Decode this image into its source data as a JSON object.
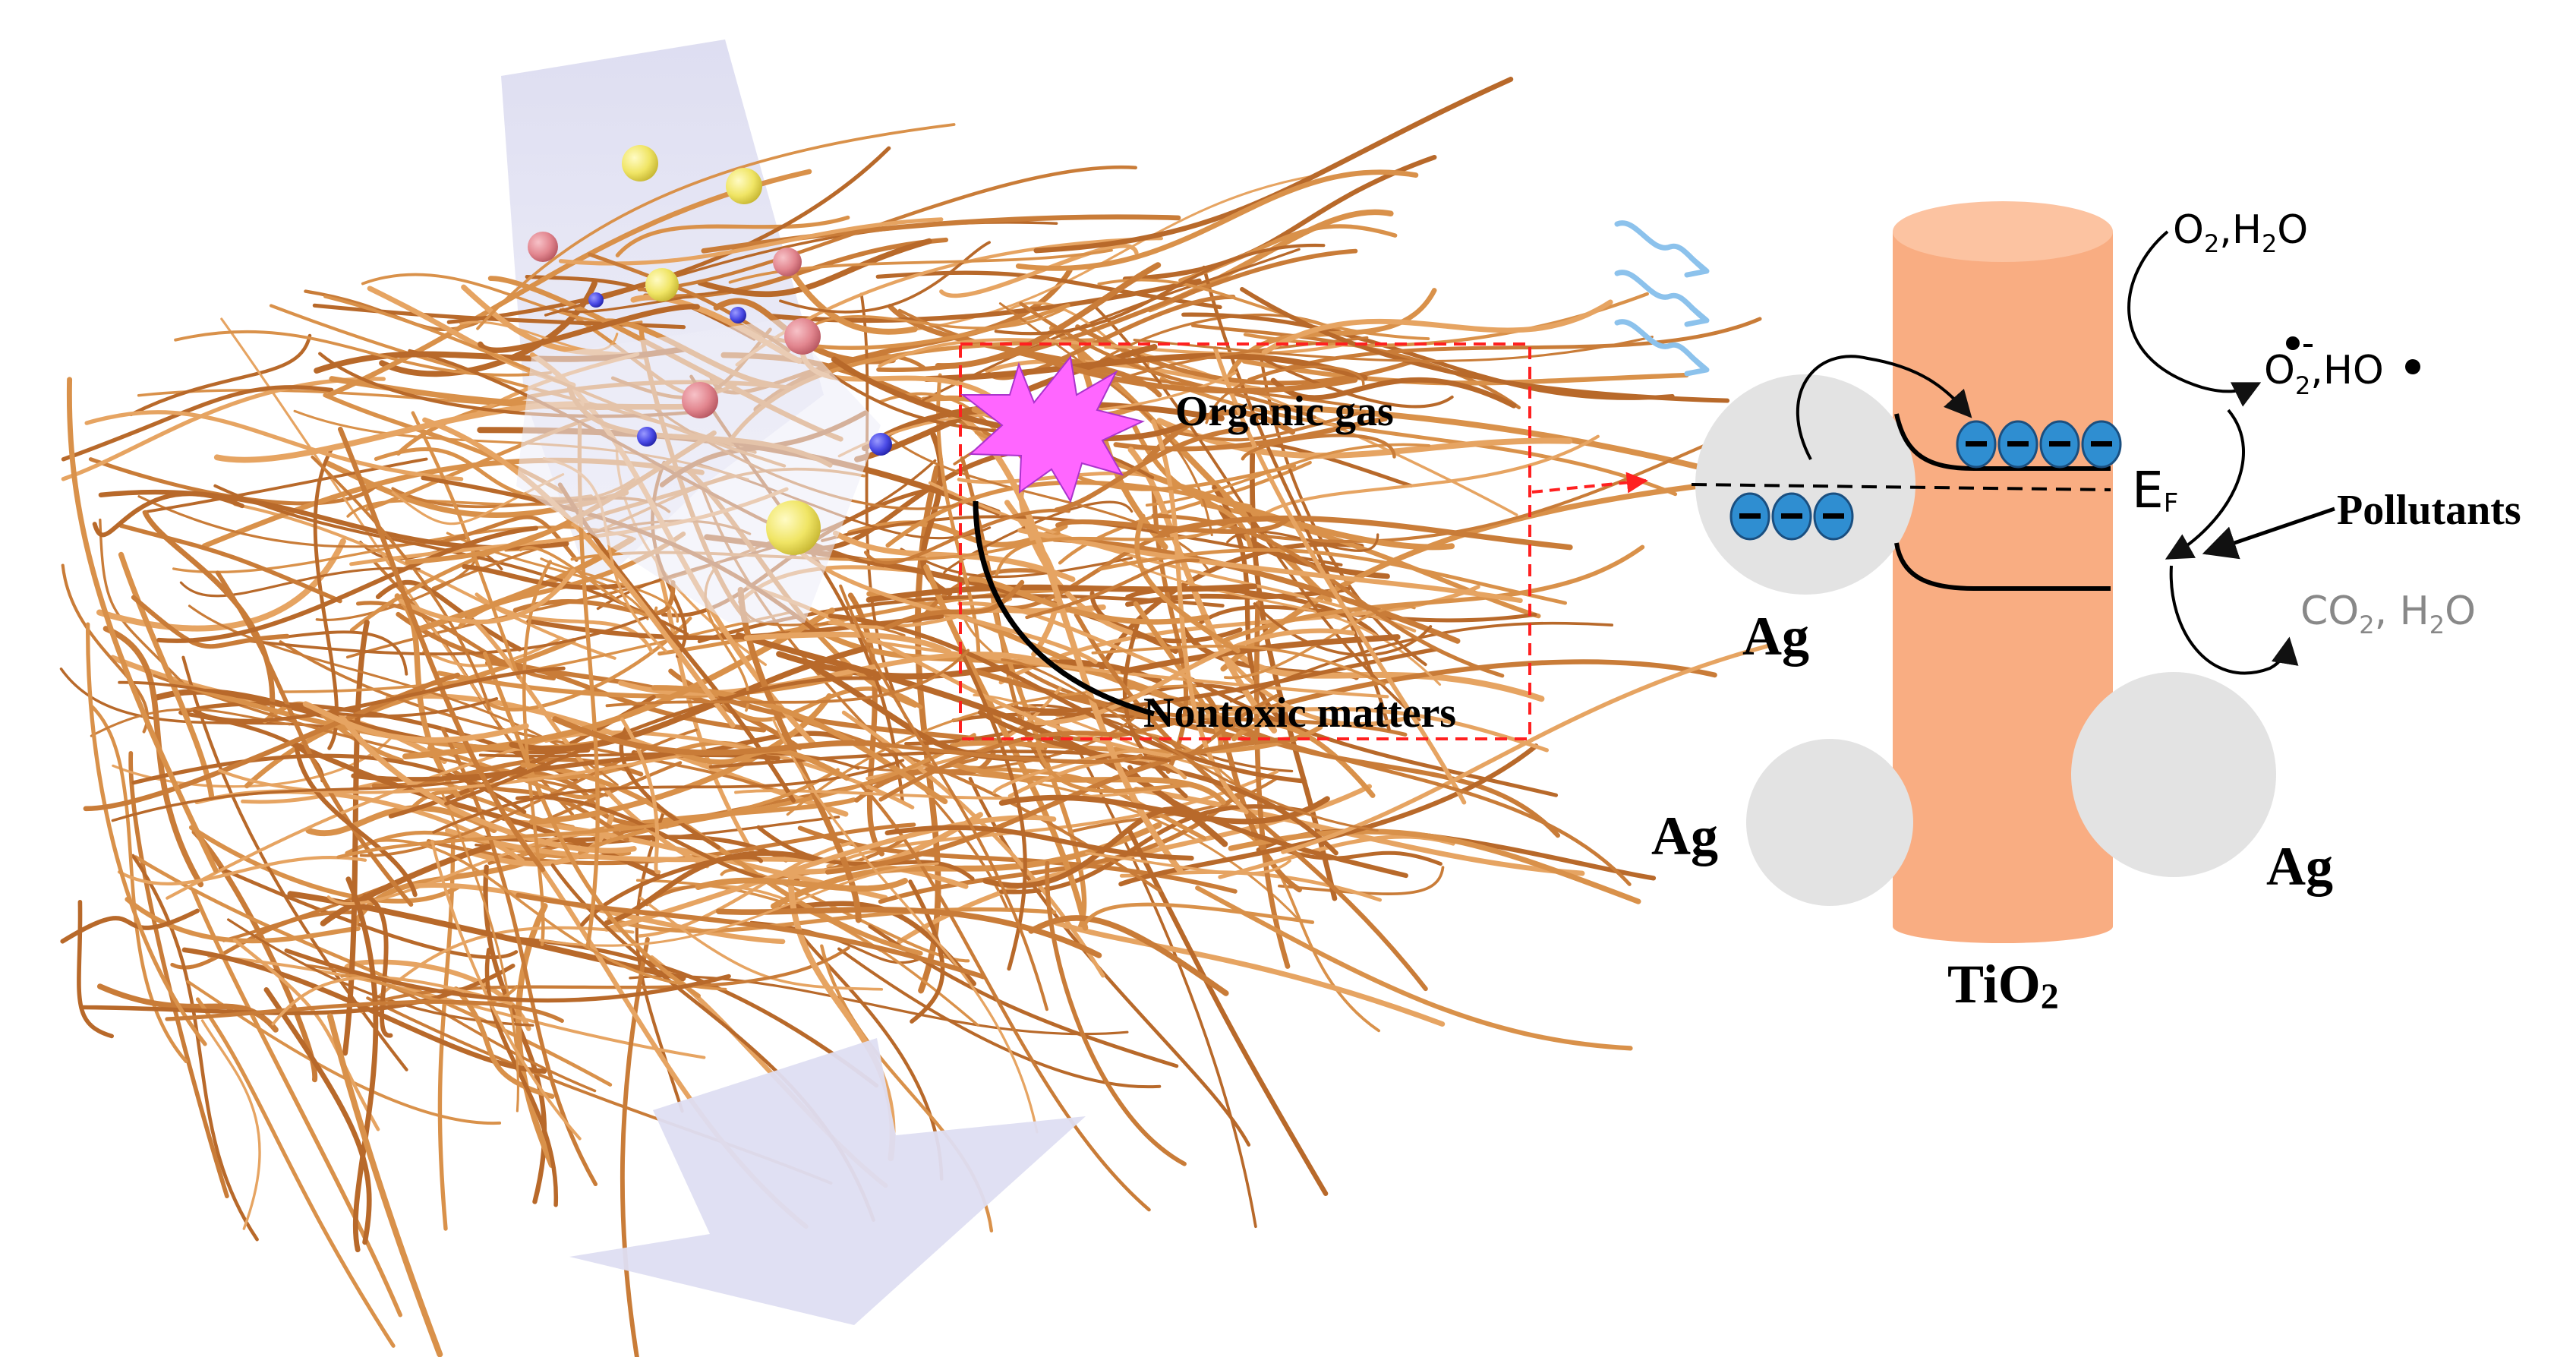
{
  "left": {
    "organic_gas": "Organic gas",
    "nontoxic": "Nontoxic matters"
  },
  "right": {
    "ag_top": "Ag",
    "ag_bottom_left": "Ag",
    "ag_bottom_right": "Ag",
    "tio2_main": "TiO",
    "tio2_sub": "2",
    "ef_main": "E",
    "ef_sub": "F",
    "pollutants": "Pollutants",
    "reactant_o2": "O",
    "reactant_o2_sub": "2",
    "reactant_h2o": ",H",
    "reactant_h2o_sub": "2",
    "reactant_h2o_tail": "O",
    "radical_o2": "O",
    "radical_o2_sub": "2",
    "radical_sep": ",HO",
    "product_co2": "CO",
    "product_co2_sub": "2",
    "product_sep": ", H",
    "product_h2o_sub": "2",
    "product_h2o_tail": "O",
    "electron_symbol": "−"
  },
  "colors": {
    "fiber": "#d9914a",
    "fiber_dark": "#b8692a",
    "light_beam": "#dcdcf0",
    "tio2_rod": "#f9ad82",
    "tio2_top": "#fcc3a1",
    "ag_particle": "#e3e3e3",
    "electron": "#2f8ed1",
    "star": "#ff66ff",
    "dashed_box": "#ff2020"
  }
}
